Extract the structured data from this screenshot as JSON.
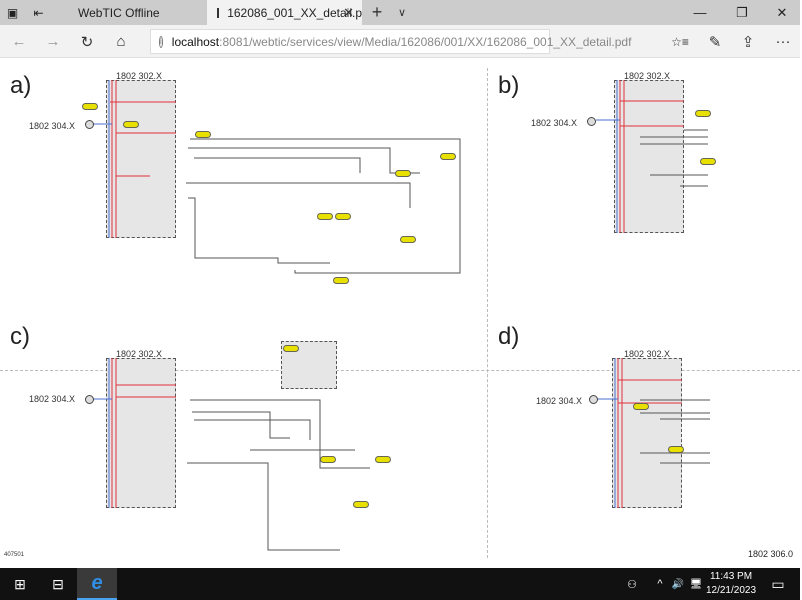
{
  "browser": {
    "tabs": [
      {
        "label": "WebTIC Offline",
        "active": false
      },
      {
        "label": "162086_001_XX_detail.p",
        "active": true
      }
    ],
    "new_tab_icon": "plus-icon",
    "tab_list_icon": "chevron-down-icon",
    "window_controls": {
      "minimize": "—",
      "restore": "❐",
      "close": "✕"
    },
    "nav": {
      "back": "←",
      "forward": "→",
      "refresh": "↻",
      "home": "⌂"
    },
    "address": {
      "host": "localhost",
      "rest": ":8081/webtic/services/view/Media/162086/001/XX/162086_001_XX_detail.pdf"
    },
    "toolbar_icons": {
      "favorites": "☆≡",
      "notes": "✎",
      "share": "⇪",
      "more": "···"
    }
  },
  "document": {
    "panels": [
      {
        "id": "a",
        "label": "a)",
        "block": "1802 302.X",
        "input": "1802 304.X"
      },
      {
        "id": "b",
        "label": "b)",
        "block": "1802 302.X",
        "input": "1802 304.X"
      },
      {
        "id": "c",
        "label": "c)",
        "block": "1802 302.X",
        "input": "1802 304.X"
      },
      {
        "id": "d",
        "label": "d)",
        "block": "1802 302.X",
        "input": "1802 304.X"
      }
    ],
    "figure_id": "407501",
    "doc_ref": "1802 306.0",
    "colors": {
      "pressure_line": "#e0303a",
      "return_line": "#4a6fd0",
      "tag_fill": "#e8e000",
      "block_fill": "#e6e6e6"
    }
  },
  "taskbar": {
    "start_icon": "windows-logo-icon",
    "task_view_icon": "task-view-icon",
    "pinned": [
      {
        "name": "edge-icon",
        "glyph": "e",
        "active": true
      }
    ],
    "tray": {
      "people": "⚇",
      "chevron": "^",
      "volume": "🔊",
      "network": "🖥"
    },
    "time": "11:43 PM",
    "date": "12/21/2023",
    "notifications_icon": "action-center-icon"
  }
}
